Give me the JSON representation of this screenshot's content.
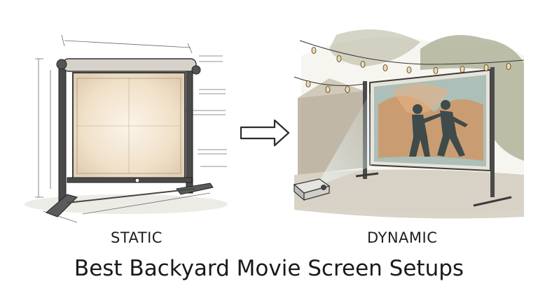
{
  "labels": {
    "left": "STATIC",
    "right": "DYNAMIC"
  },
  "title": "Best Backyard Movie Screen Setups",
  "illustrations": {
    "left": "static-screen-sketch",
    "right": "dynamic-outdoor-screen-watercolor",
    "middle": "arrow-icon"
  },
  "colors": {
    "ink": "#2b2b2b",
    "frame": "#4a4a4a",
    "screen_warm": "#f1e3cf",
    "foliage": "#9a9a80",
    "scene_orange": "#d98a4c",
    "scene_teal": "#6f9e98"
  }
}
